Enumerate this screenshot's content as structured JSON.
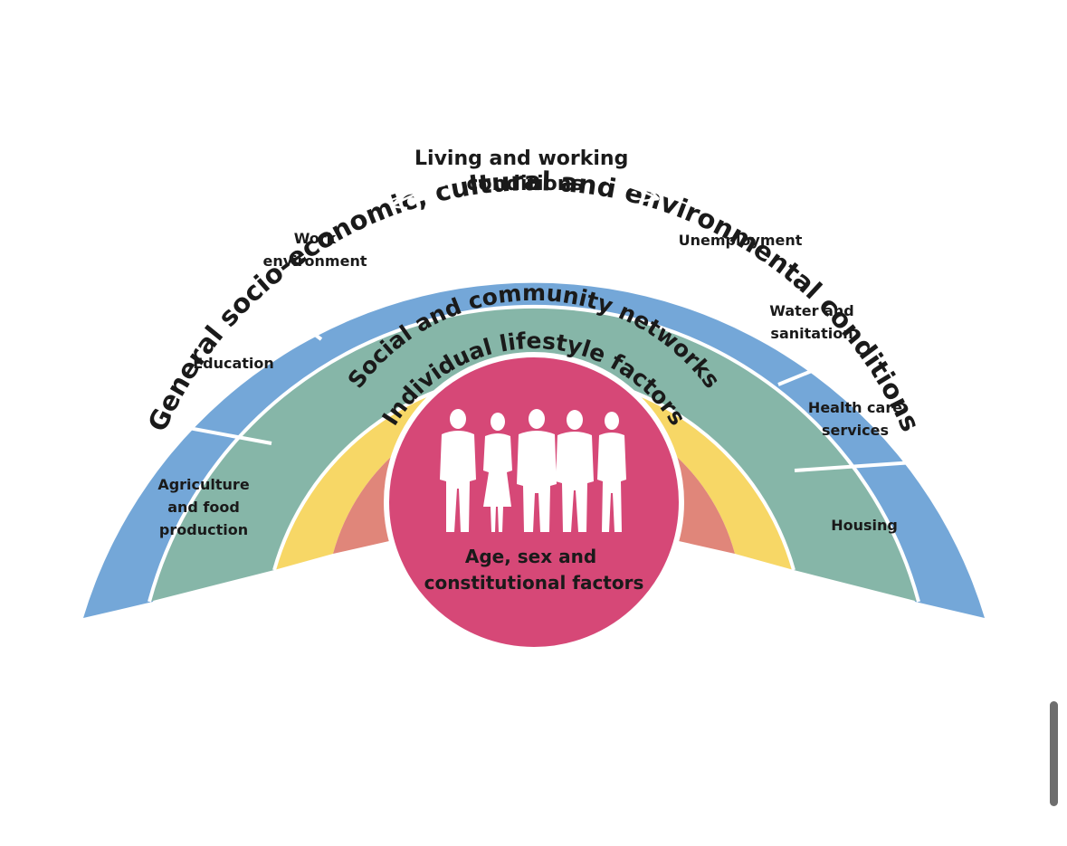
{
  "layers": {
    "outer": "General socio-economic, cultural and environmental conditions",
    "middle": "Living and working conditions",
    "social": "Social and community networks",
    "lifestyle": "Individual lifestyle factors",
    "core": "Age, sex and constitutional factors"
  },
  "segments": [
    "Agriculture and food production",
    "Education",
    "Work environment",
    "Unemployment",
    "Water and sanitation",
    "Health care services",
    "Housing"
  ],
  "colors": {
    "outer": "#74a7d8",
    "middle": "#86b6a8",
    "social": "#f7d766",
    "lifestyle": "#e0867a",
    "core": "#d64877",
    "figures": "#ffffff"
  },
  "icons": {
    "people": "people-silhouettes-icon",
    "arrows": "double-arrow-icon"
  }
}
